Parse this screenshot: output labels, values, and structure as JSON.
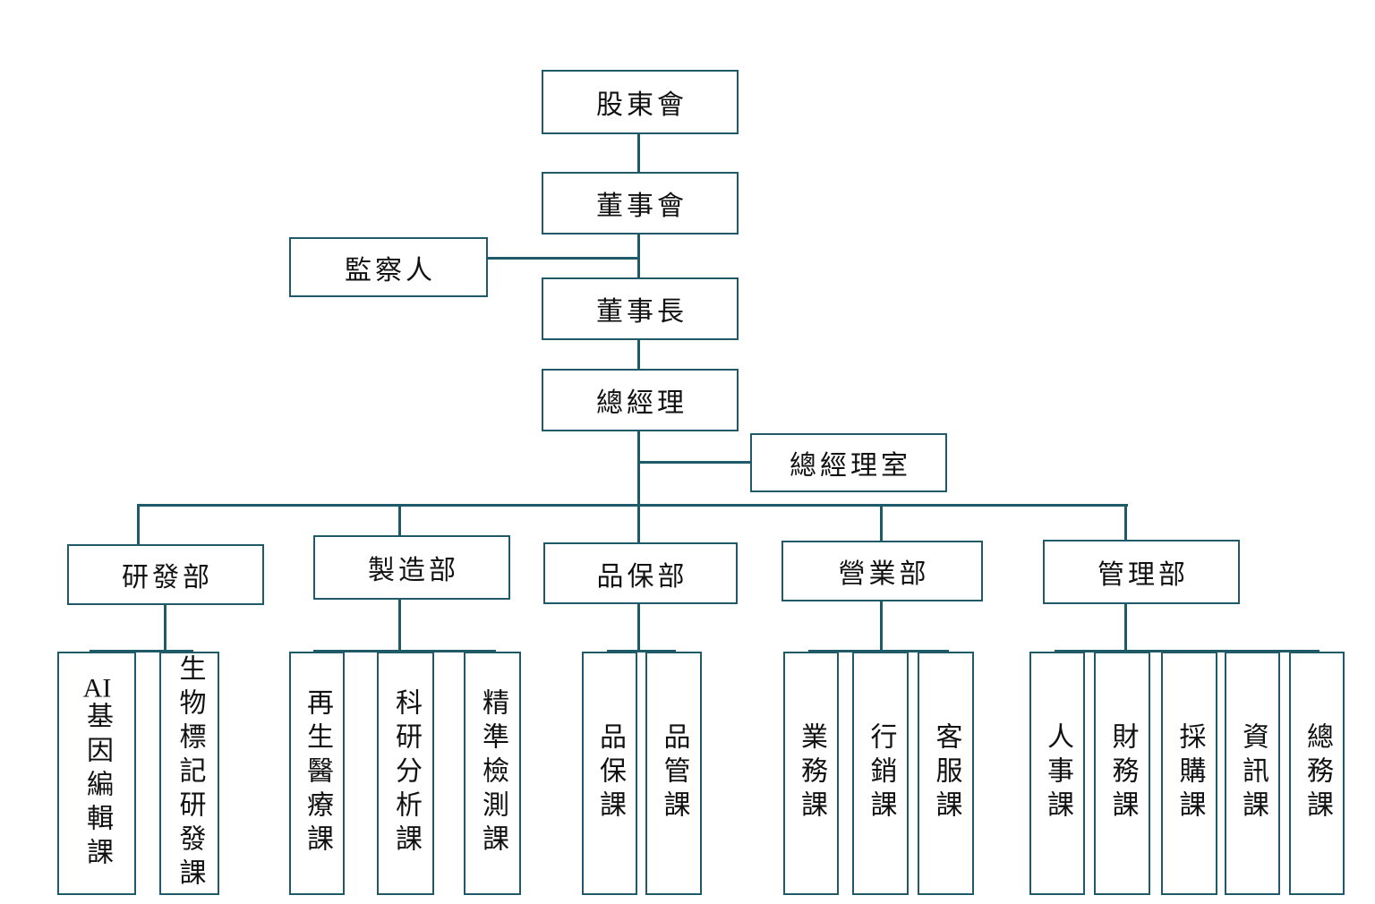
{
  "org": {
    "shareholders": "股東會",
    "board": "董事會",
    "supervisor": "監察人",
    "chairman": "董事長",
    "general_manager": "總經理",
    "gm_office": "總經理室",
    "departments": [
      {
        "label": "研發部",
        "sections": [
          "AI基因編輯課",
          "生物標記研發課"
        ]
      },
      {
        "label": "製造部",
        "sections": [
          "再生醫療課",
          "科研分析課",
          "精準檢測課"
        ]
      },
      {
        "label": "品保部",
        "sections": [
          "品保課",
          "品管課"
        ]
      },
      {
        "label": "營業部",
        "sections": [
          "業務課",
          "行銷課",
          "客服課"
        ]
      },
      {
        "label": "管理部",
        "sections": [
          "人事課",
          "財務課",
          "採購課",
          "資訊課",
          "總務課"
        ]
      }
    ]
  },
  "colors": {
    "line": "#1f5a68",
    "border": "#1f5a68",
    "text": "#111111",
    "background": "#ffffff"
  }
}
